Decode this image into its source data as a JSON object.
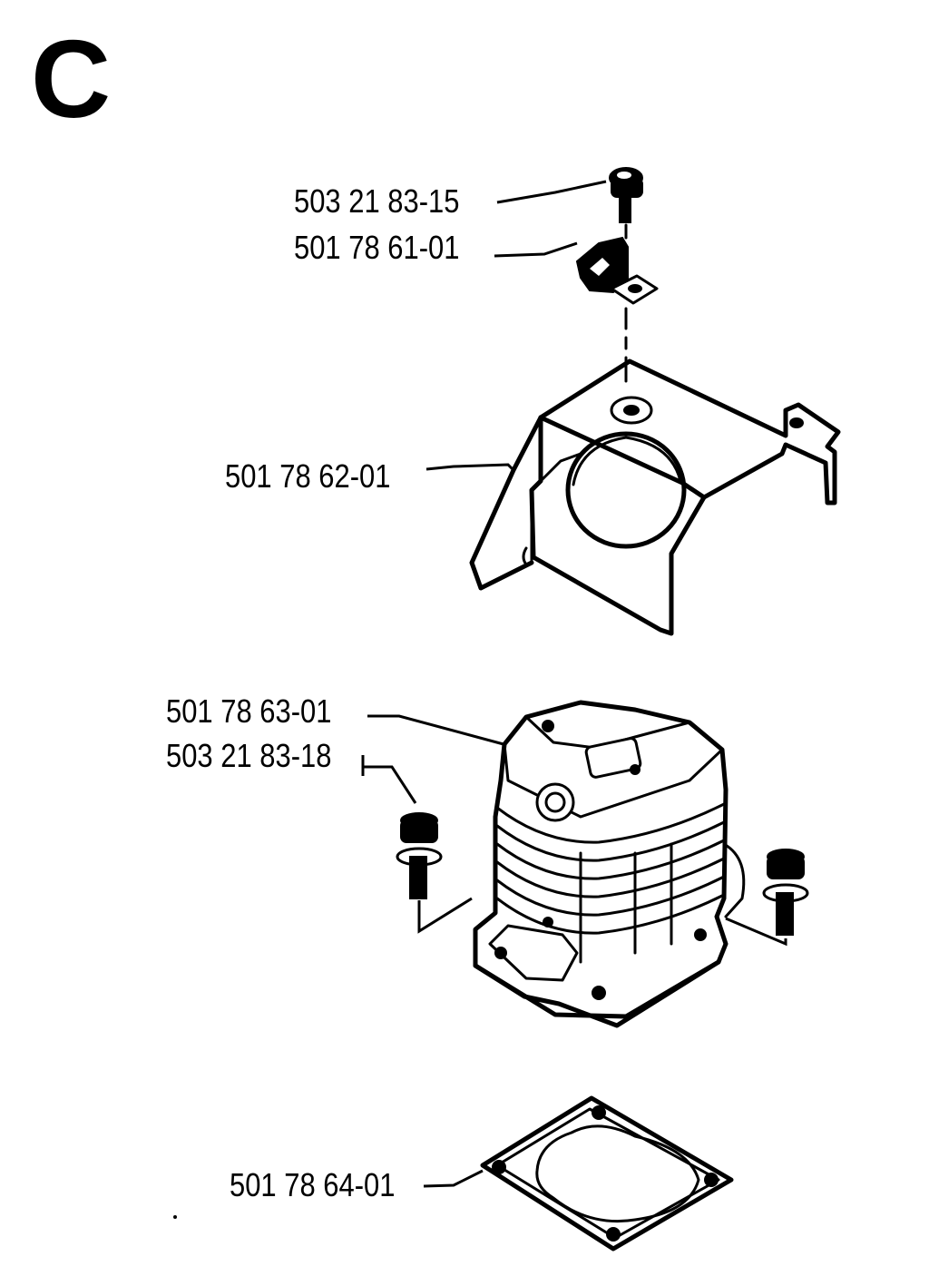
{
  "section": {
    "letter": "C"
  },
  "parts": [
    {
      "id": "bolt-top",
      "number": "503 21 83-15"
    },
    {
      "id": "bracket",
      "number": "501 78 61-01"
    },
    {
      "id": "cylinder-cover",
      "number": "501 78 62-01"
    },
    {
      "id": "cylinder",
      "number": "501 78 63-01"
    },
    {
      "id": "cylinder-bolt",
      "number": "503 21 83-18"
    },
    {
      "id": "gasket",
      "number": "501 78 64-01"
    }
  ]
}
